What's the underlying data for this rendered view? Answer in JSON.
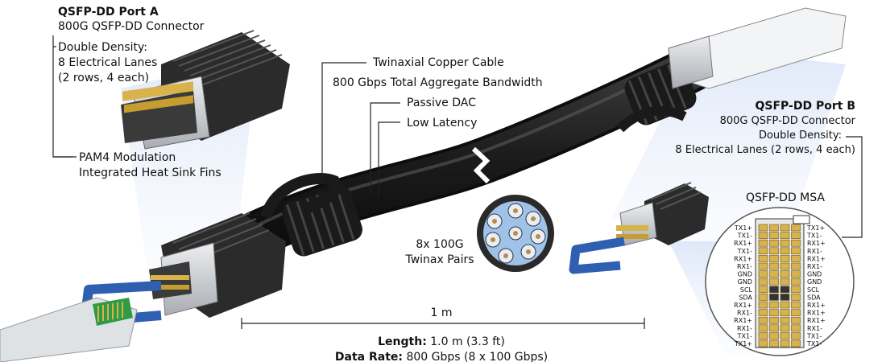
{
  "port_a": {
    "title": "QSFP-DD Port A",
    "subtitle": "800G QSFP-DD Connector",
    "density_lines": [
      "Double Density:",
      "8 Electrical Lanes",
      "(2 rows, 4 each)"
    ],
    "features": [
      "PAM4 Modulation",
      "Integrated Heat Sink Fins"
    ]
  },
  "cable": {
    "name": "Twinaxial Copper Cable",
    "bandwidth": "800 Gbps Total Aggregate Bandwidth",
    "type": "Passive DAC",
    "latency": "Low Latency",
    "pairs_lines": [
      "8x 100G",
      "Twinax Pairs"
    ]
  },
  "port_b": {
    "title": "QSFP-DD Port B",
    "subtitle": "800G QSFP-DD Connector",
    "density_lines": [
      "Double Density:",
      "8 Electrical Lanes (2 rows, 4 each)"
    ]
  },
  "msa": {
    "title": "QSFP-DD MSA",
    "left_pins": [
      "TX1+",
      "TX1-",
      "RX1+",
      "TX1-",
      "RX1+",
      "RX1-",
      "GND",
      "GND",
      "SCL",
      "SDA",
      "RX1+",
      "RX1-",
      "RX1+",
      "RX1-",
      "TX1-",
      "TX1+"
    ],
    "right_pins": [
      "TX1+",
      "TX1-",
      "RX1+",
      "RX1-",
      "RX1+",
      "RX1-",
      "GND",
      "GND",
      "SCL",
      "SDA",
      "RX1+",
      "RX1+",
      "RX1+",
      "RX1-",
      "TX1-",
      "TX1-"
    ]
  },
  "length": {
    "marker": "1 m",
    "label": "Length:",
    "value": " 1.0 m (3.3 ft)",
    "rate_label": "Data Rate:",
    "rate_value": " 800 Gbps (8 x 100 Gbps)"
  },
  "colors": {
    "cable": "#1e1e1e",
    "metal": "#c9ccd0",
    "heatsink": "#2a2a2a",
    "pull_tab": "#2f5fb0",
    "gold": "#d8b24a",
    "cross_section": "#9fc3e8",
    "glow": "#c9d8f2"
  }
}
